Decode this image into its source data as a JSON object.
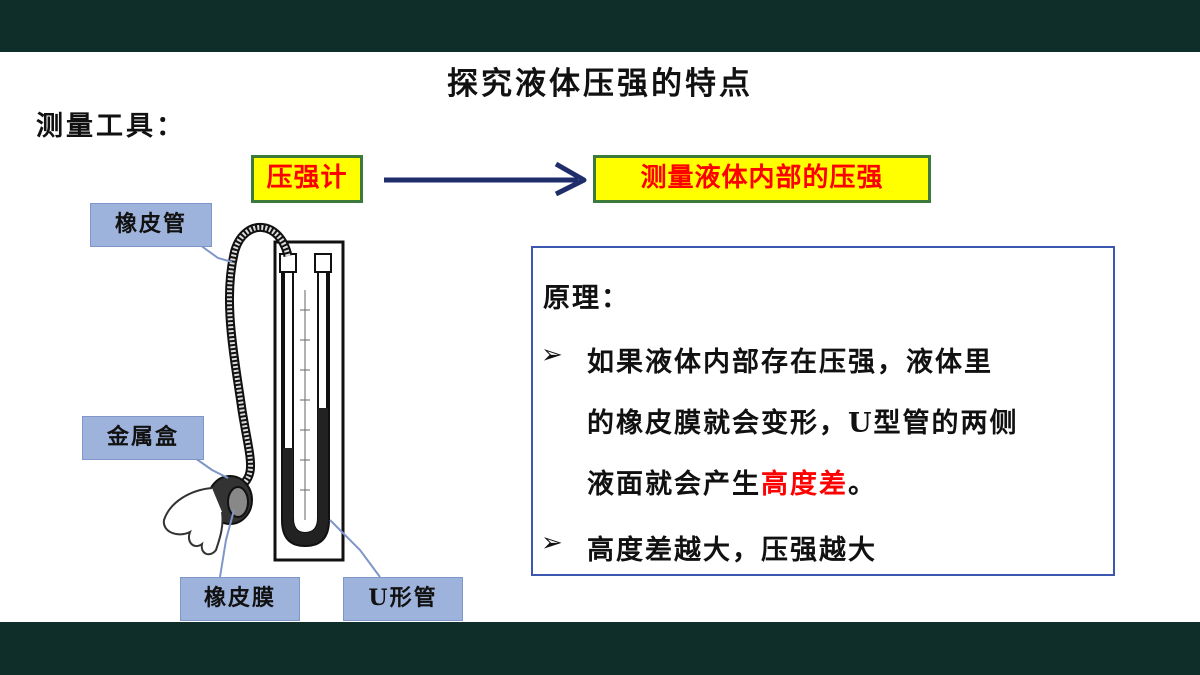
{
  "slide": {
    "title": "探究液体压强的特点",
    "tools_label": "测量工具：",
    "gauge_box": "压强计",
    "purpose_box": "测量液体内部的压强",
    "principle": {
      "title": "原理：",
      "bullet_marker": "➢",
      "bullet_1_line1": "如果液体内部存在压强，液体里",
      "bullet_1_line2": "的橡皮膜就会变形，U型管的两侧",
      "bullet_1_line3_prefix": "液面就会产生",
      "bullet_1_line3_highlight": "高度差",
      "bullet_1_line3_suffix": "。",
      "bullet_2": "高度差越大，压强越大"
    },
    "callouts": {
      "rubber_tube": "橡皮管",
      "metal_box": "金属盒",
      "rubber_film": "橡皮膜",
      "u_tube": "U形管"
    }
  },
  "colors": {
    "band": "#0f2e29",
    "highlight_fill": "#ffff00",
    "highlight_text": "#ff0000",
    "arrow": "#1f2d6b",
    "callout_fill": "#9db3dc",
    "principle_border": "#3b57b0"
  }
}
